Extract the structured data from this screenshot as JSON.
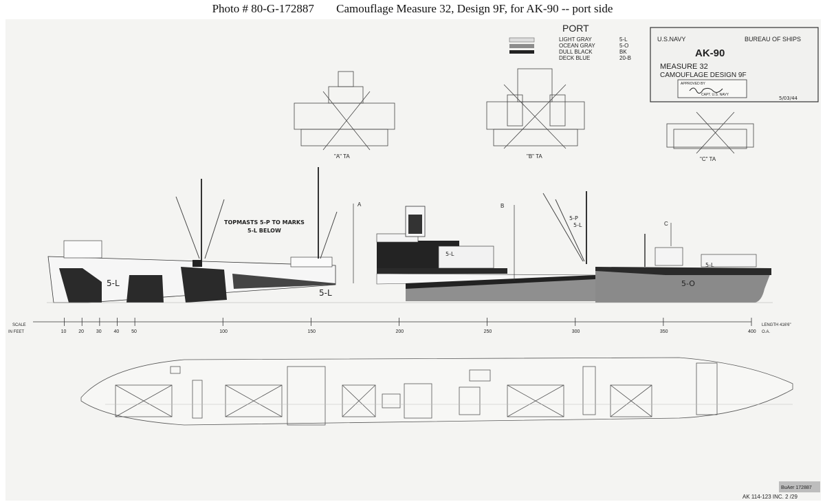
{
  "header": {
    "photo": "Photo # 80-G-172887",
    "title": "Camouflage Measure 32, Design 9F, for AK-90 -- port side"
  },
  "legend": {
    "heading": "PORT",
    "items": [
      {
        "name": "LIGHT GRAY",
        "code": "5-L",
        "color": "#e6e6e6"
      },
      {
        "name": "OCEAN GRAY",
        "code": "5-O",
        "color": "#8c8c8c"
      },
      {
        "name": "DULL BLACK",
        "code": "BK",
        "color": "#222222"
      },
      {
        "name": "DECK BLUE",
        "code": "20-B",
        "color": "#5a5a5a"
      }
    ]
  },
  "title_block": {
    "org_left": "U.S.NAVY",
    "org_right": "BUREAU OF SHIPS",
    "ship": "AK-90",
    "measure": "MEASURE 32",
    "design": "CAMOUFLAGE DESIGN 9F",
    "approved_label": "APPROVED BY",
    "approver_title": "CAPT. U.S. NAVY",
    "date": "5/03/44"
  },
  "sections": [
    "\"A\" TA",
    "\"B\" TA",
    "\"C\" TA"
  ],
  "markers": [
    "A",
    "B",
    "C"
  ],
  "profile_labels": {
    "topmasts": "TOPMASTS 5-P TO MARKS",
    "below": "5-L BELOW",
    "bow": "5-L",
    "mid": "5-L",
    "aft_mast_a": "5-P",
    "aft_mast_b": "5-L",
    "stern": "5-L",
    "hull_aft": "5-O",
    "house": "5-L"
  },
  "scale": {
    "label_left_top": "SCALE",
    "label_left_bottom": "IN FEET",
    "marks": [
      "10",
      "20",
      "30",
      "40",
      "50",
      "100",
      "150",
      "200",
      "250",
      "300",
      "350",
      "400"
    ],
    "length_label": "LENGTH 416'6\"",
    "oa_label": "O.A."
  },
  "footer": {
    "stamp": "BuAer 172887",
    "drawing_no": "AK 114-123 INC. 2 /29"
  }
}
